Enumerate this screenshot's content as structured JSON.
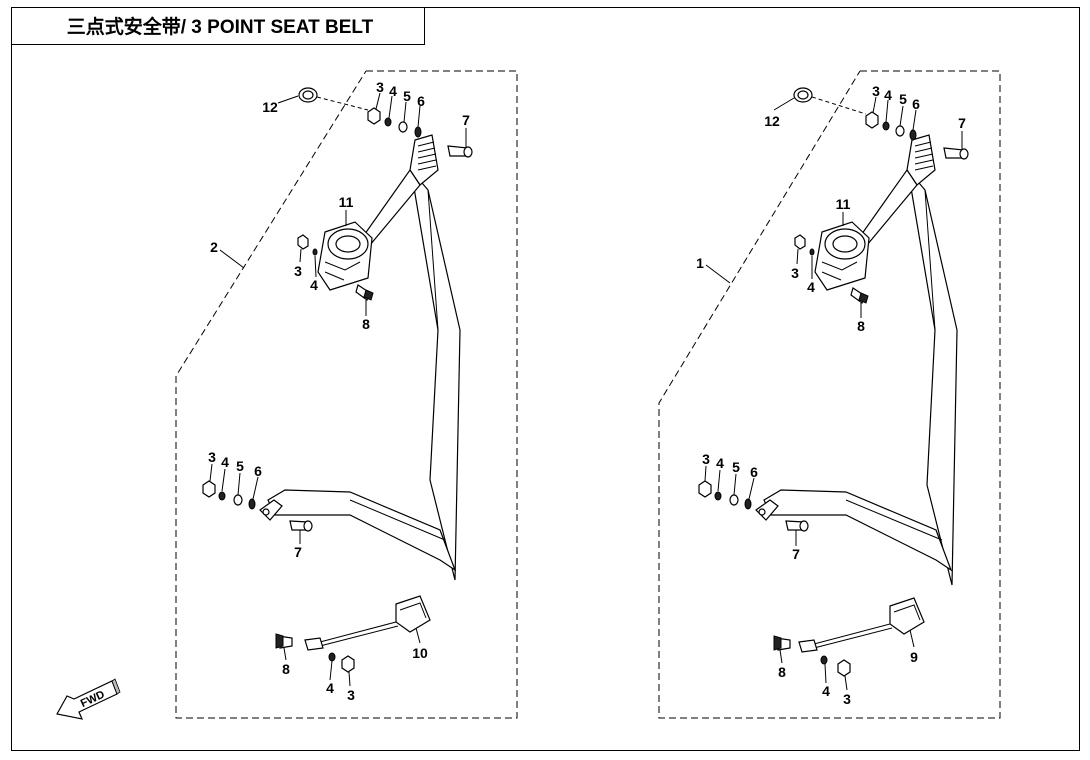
{
  "title": "三点式安全带/ 3 POINT SEAT BELT",
  "fwd_label": "FWD",
  "assemblies": [
    {
      "id": "left",
      "callouts": {
        "top_nut": "3",
        "top_washer": "4",
        "top_spring": "5",
        "top_spacer": "6",
        "top_bolt": "7",
        "cap": "12",
        "retractor": "11",
        "assembly": "2",
        "ret_nut": "3",
        "ret_washer": "4",
        "ret_bolt": "8",
        "low_nut": "3",
        "low_washer": "4",
        "low_spring": "5",
        "low_spacer": "6",
        "low_bolt": "7",
        "buckle": "10",
        "buckle_bolt": "8",
        "buckle_washer": "4",
        "buckle_nut": "3"
      }
    },
    {
      "id": "right",
      "callouts": {
        "top_nut": "3",
        "top_washer": "4",
        "top_spring": "5",
        "top_spacer": "6",
        "top_bolt": "7",
        "cap": "12",
        "retractor": "11",
        "assembly": "1",
        "ret_nut": "3",
        "ret_washer": "4",
        "ret_bolt": "8",
        "low_nut": "3",
        "low_washer": "4",
        "low_spring": "5",
        "low_spacer": "6",
        "low_bolt": "7",
        "buckle": "9",
        "buckle_bolt": "8",
        "buckle_washer": "4",
        "buckle_nut": "3"
      }
    }
  ]
}
